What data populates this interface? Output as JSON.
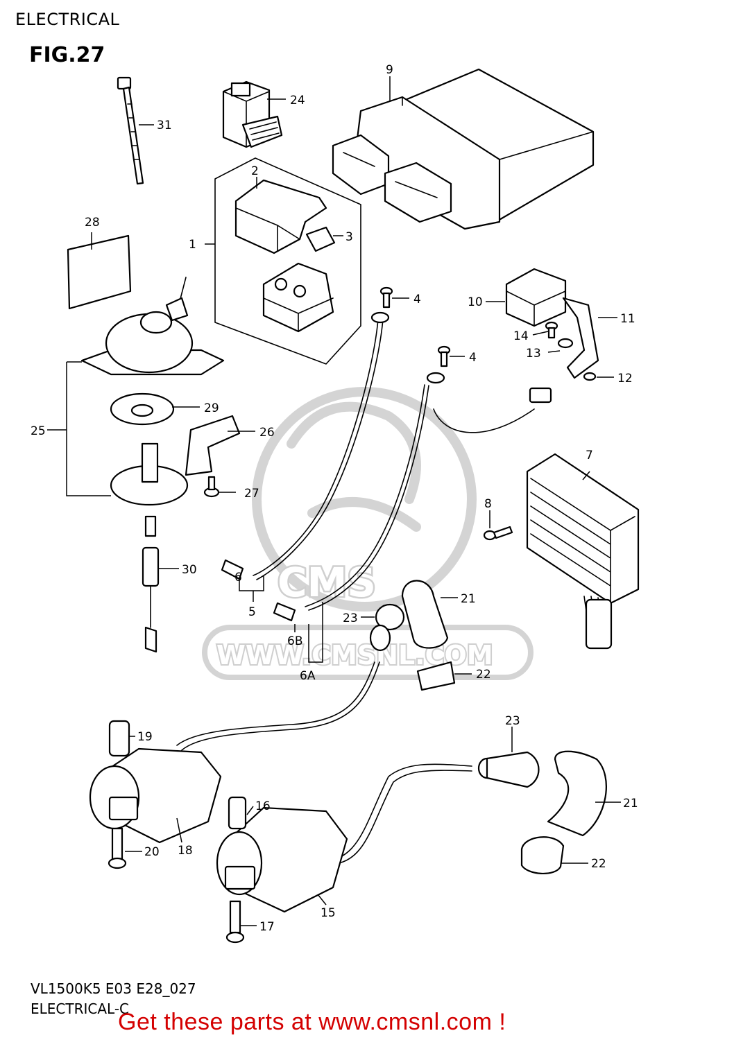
{
  "header": {
    "section": "ELECTRICAL",
    "figure": "FIG.27"
  },
  "footer": {
    "model": "VL1500K5 E03 E28_027",
    "caption": "ELECTRICAL-C"
  },
  "promo": "Get these parts at www.cmsnl.com !",
  "watermark": {
    "brand": "CMS",
    "url": "WWW.CMSNL.COM"
  },
  "callouts": {
    "c1": "1",
    "c2": "2",
    "c3": "3",
    "c4a": "4",
    "c4b": "4",
    "c5": "5",
    "c6": "6",
    "c6a": "6A",
    "c6b": "6B",
    "c7": "7",
    "c8": "8",
    "c9": "9",
    "c10": "10",
    "c11": "11",
    "c12": "12",
    "c13": "13",
    "c14": "14",
    "c15": "15",
    "c16": "16",
    "c17": "17",
    "c18": "18",
    "c19": "19",
    "c20": "20",
    "c21a": "21",
    "c21b": "21",
    "c22a": "22",
    "c22b": "22",
    "c23a": "23",
    "c23b": "23",
    "c24": "24",
    "c25": "25",
    "c26": "26",
    "c27": "27",
    "c28": "28",
    "c29": "29",
    "c30": "30",
    "c31": "31"
  }
}
